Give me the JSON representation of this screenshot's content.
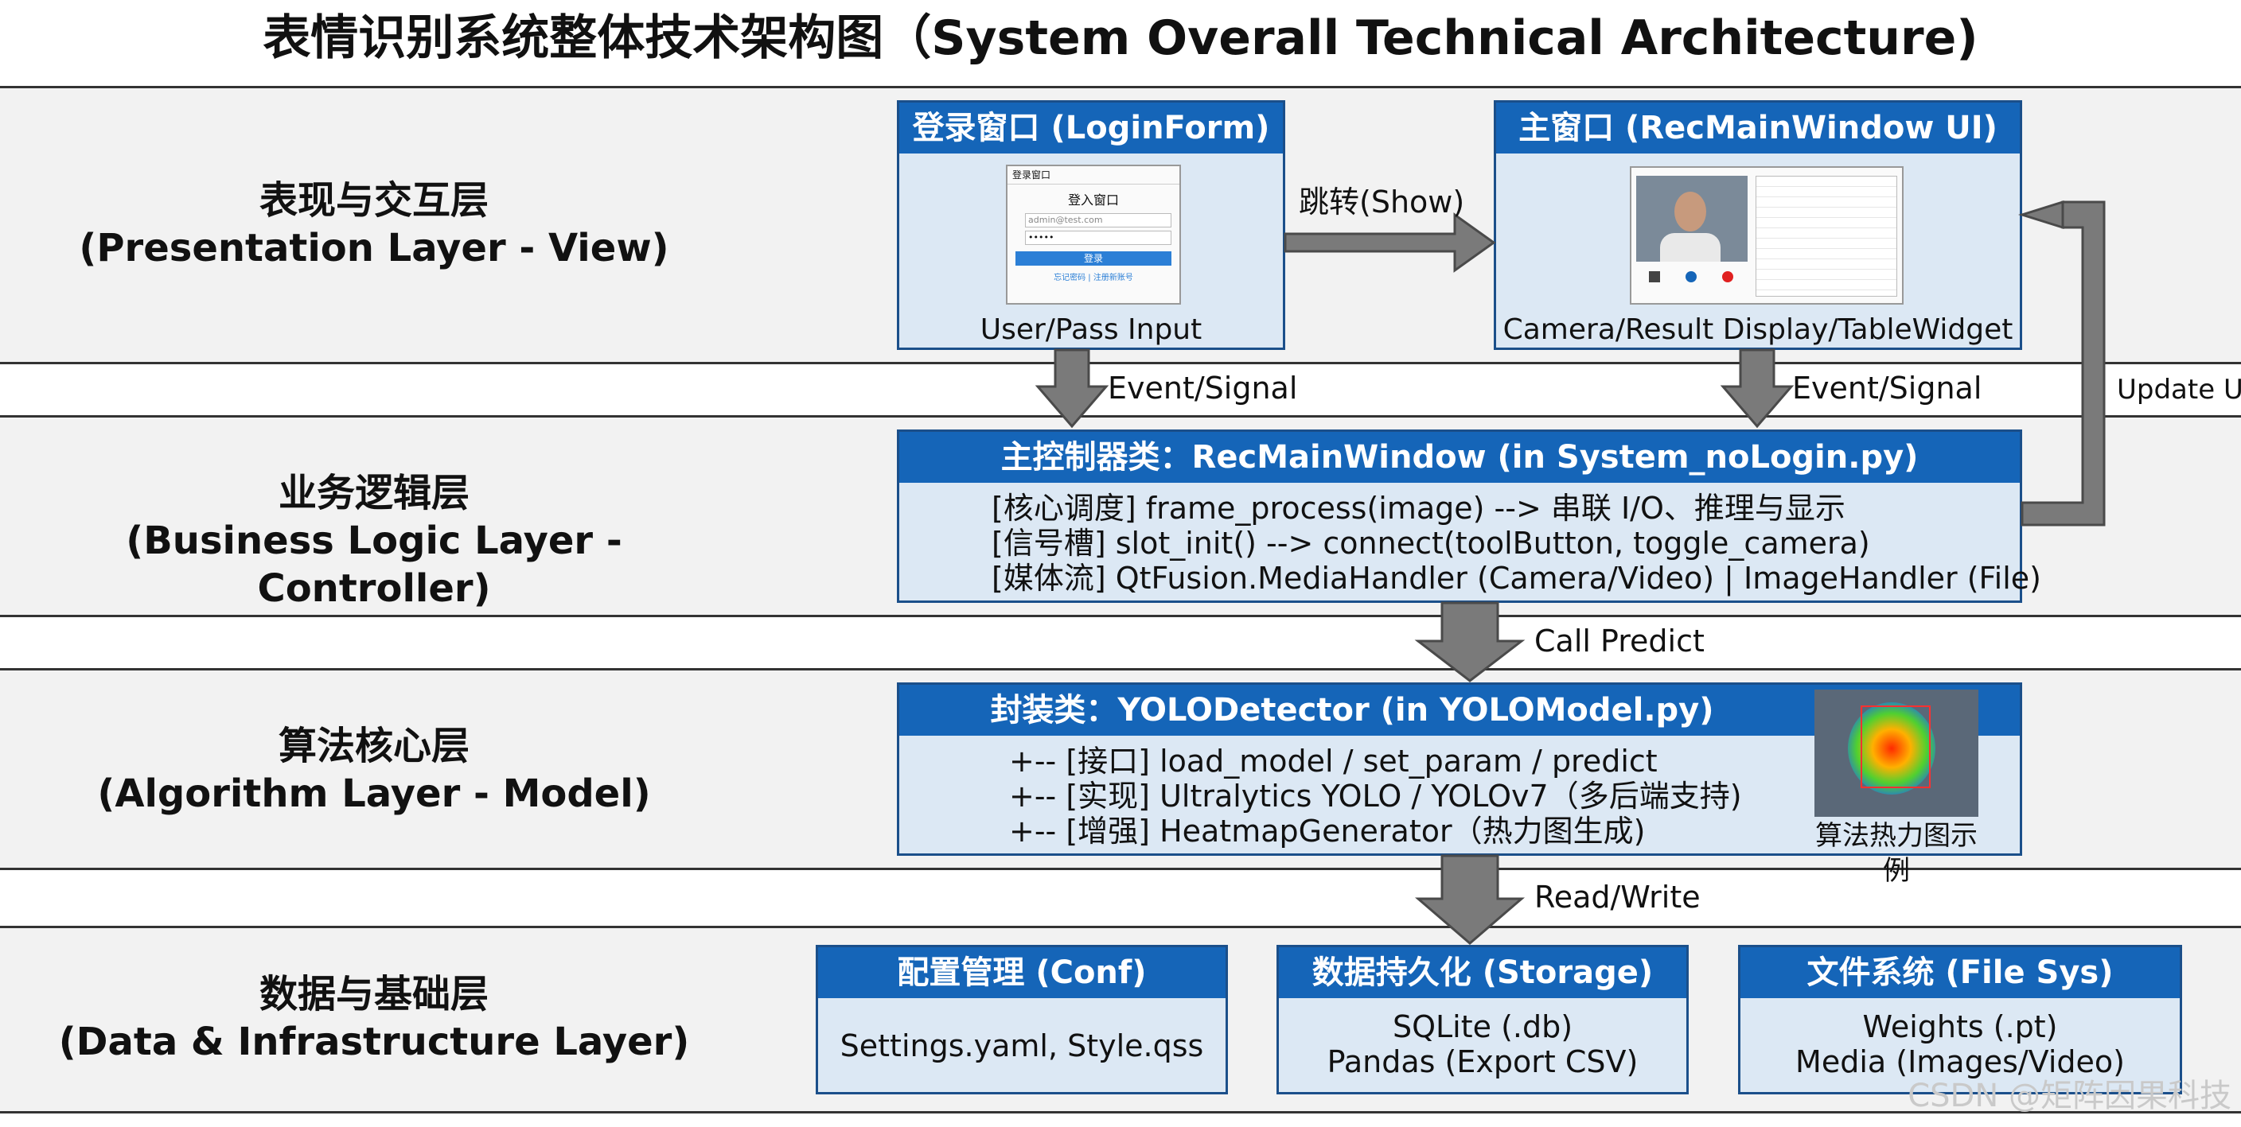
{
  "title": "表情识别系统整体技术架构图（System Overall Technical Architecture)",
  "layers": {
    "presentation": {
      "cn": "表现与交互层",
      "en": "(Presentation Layer - View)"
    },
    "business": {
      "cn": "业务逻辑层",
      "en": "(Business Logic Layer - Controller)"
    },
    "algorithm": {
      "cn": "算法核心层",
      "en": "(Algorithm Layer - Model)"
    },
    "data": {
      "cn": "数据与基础层",
      "en": "(Data & Infrastructure Layer)"
    }
  },
  "login": {
    "header": "登录窗口 (LoginForm)",
    "caption": "User/Pass Input",
    "mock": {
      "window_title": "登录窗口",
      "heading": "登入窗口",
      "user_value": "admin@test.com",
      "password_value": "•••••",
      "button": "登录",
      "links": "忘记密码 | 注册新账号"
    }
  },
  "main_window": {
    "header": "主窗口 (RecMainWindow UI)",
    "caption": "Camera/Result Display/TableWidget"
  },
  "controller": {
    "header": "主控制器类：RecMainWindow (in System_noLogin.py)",
    "lines": [
      "[核心调度] frame_process(image) --> 串联 I/O、推理与显示",
      "[信号槽] slot_init() --> connect(toolButton, toggle_camera)",
      "[媒体流] QtFusion.MediaHandler (Camera/Video) | ImageHandler (File)"
    ]
  },
  "detector": {
    "header": "封装类：YOLODetector (in YOLOModel.py)",
    "lines": [
      "+-- [接口] load_model / set_param / predict",
      "+-- [实现] Ultralytics YOLO / YOLOv7（多后端支持)",
      "+-- [增强] HeatmapGenerator（热力图生成)"
    ],
    "heatmap_caption": "算法热力图示例"
  },
  "data_boxes": {
    "conf": {
      "header": "配置管理 (Conf)",
      "lines": [
        "Settings.yaml, Style.qss"
      ]
    },
    "storage": {
      "header": "数据持久化 (Storage)",
      "lines": [
        "SQLite (.db)",
        "Pandas (Export CSV)"
      ]
    },
    "files": {
      "header": "文件系统 (File Sys)",
      "lines": [
        "Weights (.pt)",
        "Media (Images/Video)"
      ]
    }
  },
  "edges": {
    "show": "跳转(Show)",
    "event_left": "Event/Signal",
    "event_right": "Event/Signal",
    "update_ui": "Update UI",
    "call_predict": "Call Predict",
    "read_write": "Read/Write"
  },
  "watermark": "CSDN @矩阵因果科技",
  "colors": {
    "header_blue": "#1565b8",
    "box_fill": "#dce8f4",
    "layer_fill": "#f2f2f2",
    "arrow_gray": "#7a7a7a"
  }
}
